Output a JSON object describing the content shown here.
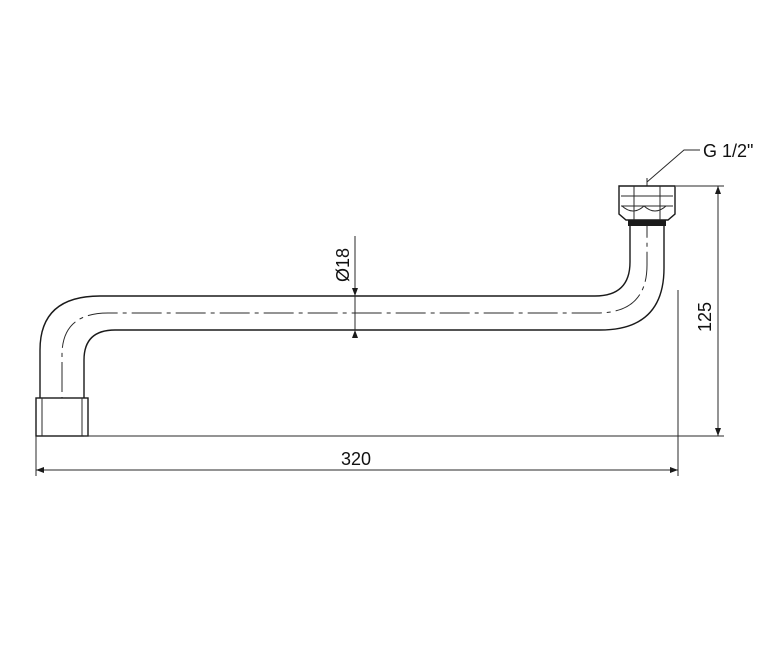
{
  "drawing": {
    "labels": {
      "thread": "G 1/2\"",
      "diameter": "Ø18",
      "height": "125",
      "length": "320"
    },
    "colors": {
      "line": "#1a1a1a",
      "nut_band": "#1a1a1a",
      "background": "#ffffff"
    }
  }
}
